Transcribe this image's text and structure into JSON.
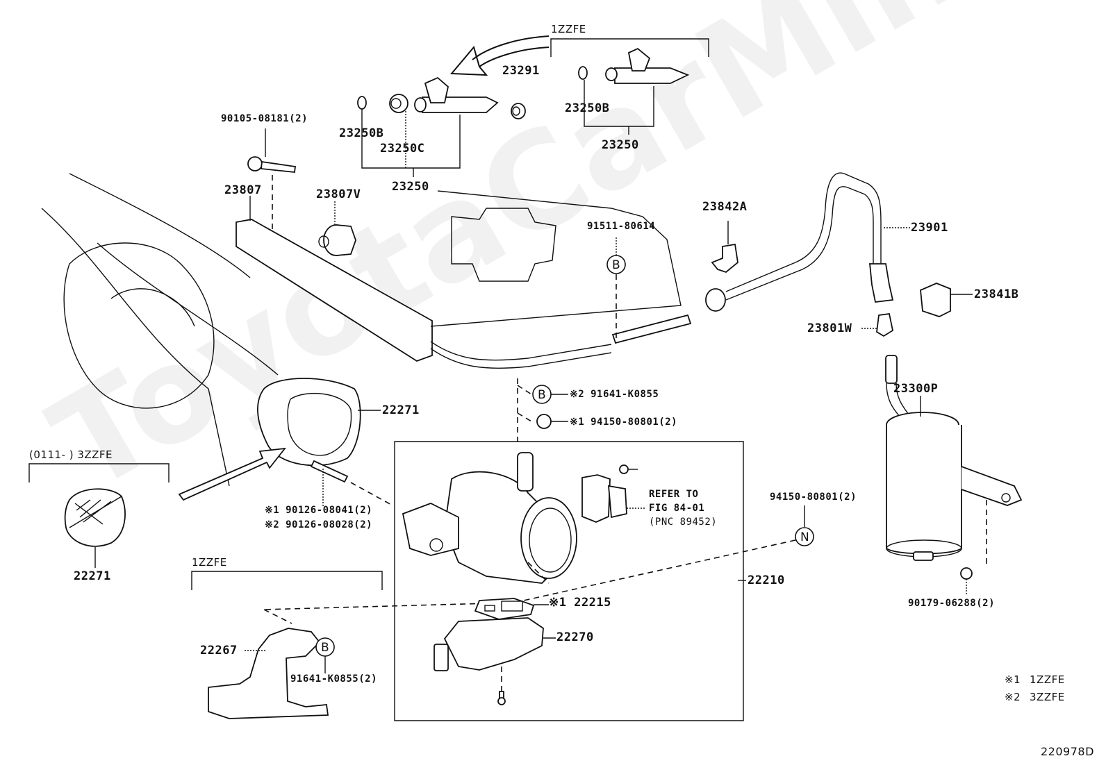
{
  "diagram": {
    "code": "220978D",
    "watermark": "ToyotaCarMine.ru",
    "legend": [
      {
        "mark": "※1",
        "label": "1ZZFE"
      },
      {
        "mark": "※2",
        "label": "3ZZFE"
      }
    ],
    "group_headers": {
      "injector_1zzfe": "1ZZFE",
      "gasket_3zzfe": "(0111-       ) 3ZZFE",
      "bracket_1zzfe": "1ZZFE"
    },
    "circle_marks": {
      "b": "B",
      "n": "N"
    },
    "refer_note": {
      "line1": "REFER TO",
      "line2": "FIG 84-01",
      "line3": "(PNC 89452)"
    },
    "parts": {
      "p90105": "90105-08181(2)",
      "p23250b_left": "23250B",
      "p23250c": "23250C",
      "p23250_left": "23250",
      "p23291": "23291",
      "p23250b_right": "23250B",
      "p23250_right": "23250",
      "p23807": "23807",
      "p23807v": "23807V",
      "p91511": "91511-80614",
      "p23842a": "23842A",
      "p23901": "23901",
      "p23841b": "23841B",
      "p23801w": "23801W",
      "p23300p": "23300P",
      "p22271_main": "22271",
      "p22271_alt": "22271",
      "p91641_b": "※2 91641-K0855",
      "p94150_top": "※1 94150-80801(2)",
      "p90126_1": "※1 90126-08041(2)",
      "p90126_2": "※2 90126-08028(2)",
      "p94150_right": "94150-80801(2)",
      "p22210": "22210",
      "p22215": "※1 22215",
      "p22270": "22270",
      "p22267": "22267",
      "p91641_bracket": "91641-K0855(2)",
      "p90179": "90179-06288(2)"
    }
  }
}
